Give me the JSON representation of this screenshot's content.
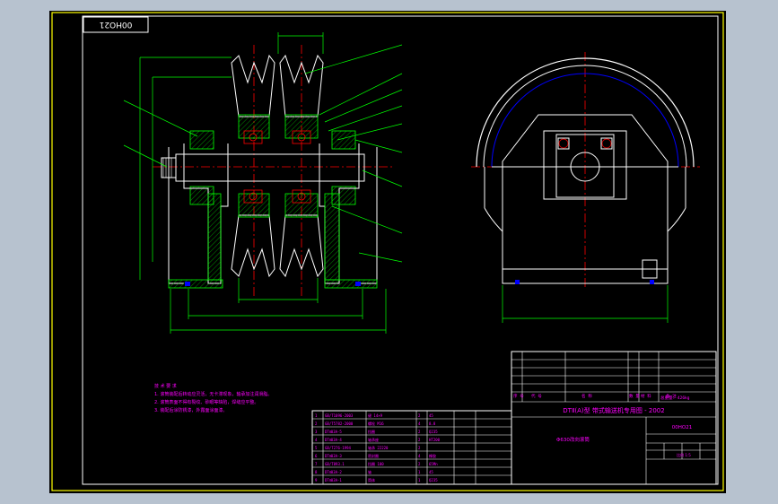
{
  "drawing": {
    "stamp": "00HO21",
    "title_block": {
      "row_labels": [
        "序 号",
        "代 号",
        "名 称",
        "数 量",
        "材 料",
        "备 注"
      ],
      "mass_label": "总重量: 426kg",
      "standard": "DTⅡ(A)型 带式输送机专用图 - 2002",
      "drawing_name": "Φ630改向滚筒",
      "drawing_code": "00HO21",
      "scale_label": "比例 1:5"
    },
    "notes": [
      "技 术 要 求",
      "1. 滚筒装配后转动应灵活，无卡滞现象，轴承加注润滑脂。",
      "2. 滚筒表面不得有裂纹、砂眼等缺陷，焊缝应平整。",
      "3. 装配后涂防锈漆，外露面涂面漆。"
    ],
    "parts_list": [
      [
        "1",
        "GB/T1096-2003",
        "键 14×9",
        "2",
        "45",
        ""
      ],
      [
        "2",
        "GB/T5782-2000",
        "螺栓 M16",
        "4",
        "8.8",
        ""
      ],
      [
        "3",
        "DTⅡ03A-5",
        "挡圈",
        "2",
        "Q235",
        ""
      ],
      [
        "4",
        "DTⅡ03A-4",
        "轴承座",
        "2",
        "HT200",
        ""
      ],
      [
        "5",
        "GB/T276-1994",
        "轴承 22220",
        "2",
        "",
        ""
      ],
      [
        "6",
        "DTⅡ03A-3",
        "密封圈",
        "4",
        "橡胶",
        ""
      ],
      [
        "7",
        "GB/T893.1",
        "挡圈 100",
        "2",
        "65Mn",
        ""
      ],
      [
        "8",
        "DTⅡ03A-2",
        "轴",
        "1",
        "45",
        ""
      ],
      [
        "9",
        "DTⅡ03A-1",
        "筒体",
        "1",
        "Q235",
        ""
      ]
    ],
    "colors": {
      "background": "#000000",
      "sheet_bg": "#b7c2cf",
      "frame": "#ffff00",
      "outline": "#ffffff",
      "section": "#00ff00",
      "hatch": "#00cc00",
      "center": "#ff0000",
      "dimension": "#00ff00",
      "hidden": "#0000ff",
      "text": "#ff00ff",
      "cyan": "#00ffff"
    }
  }
}
